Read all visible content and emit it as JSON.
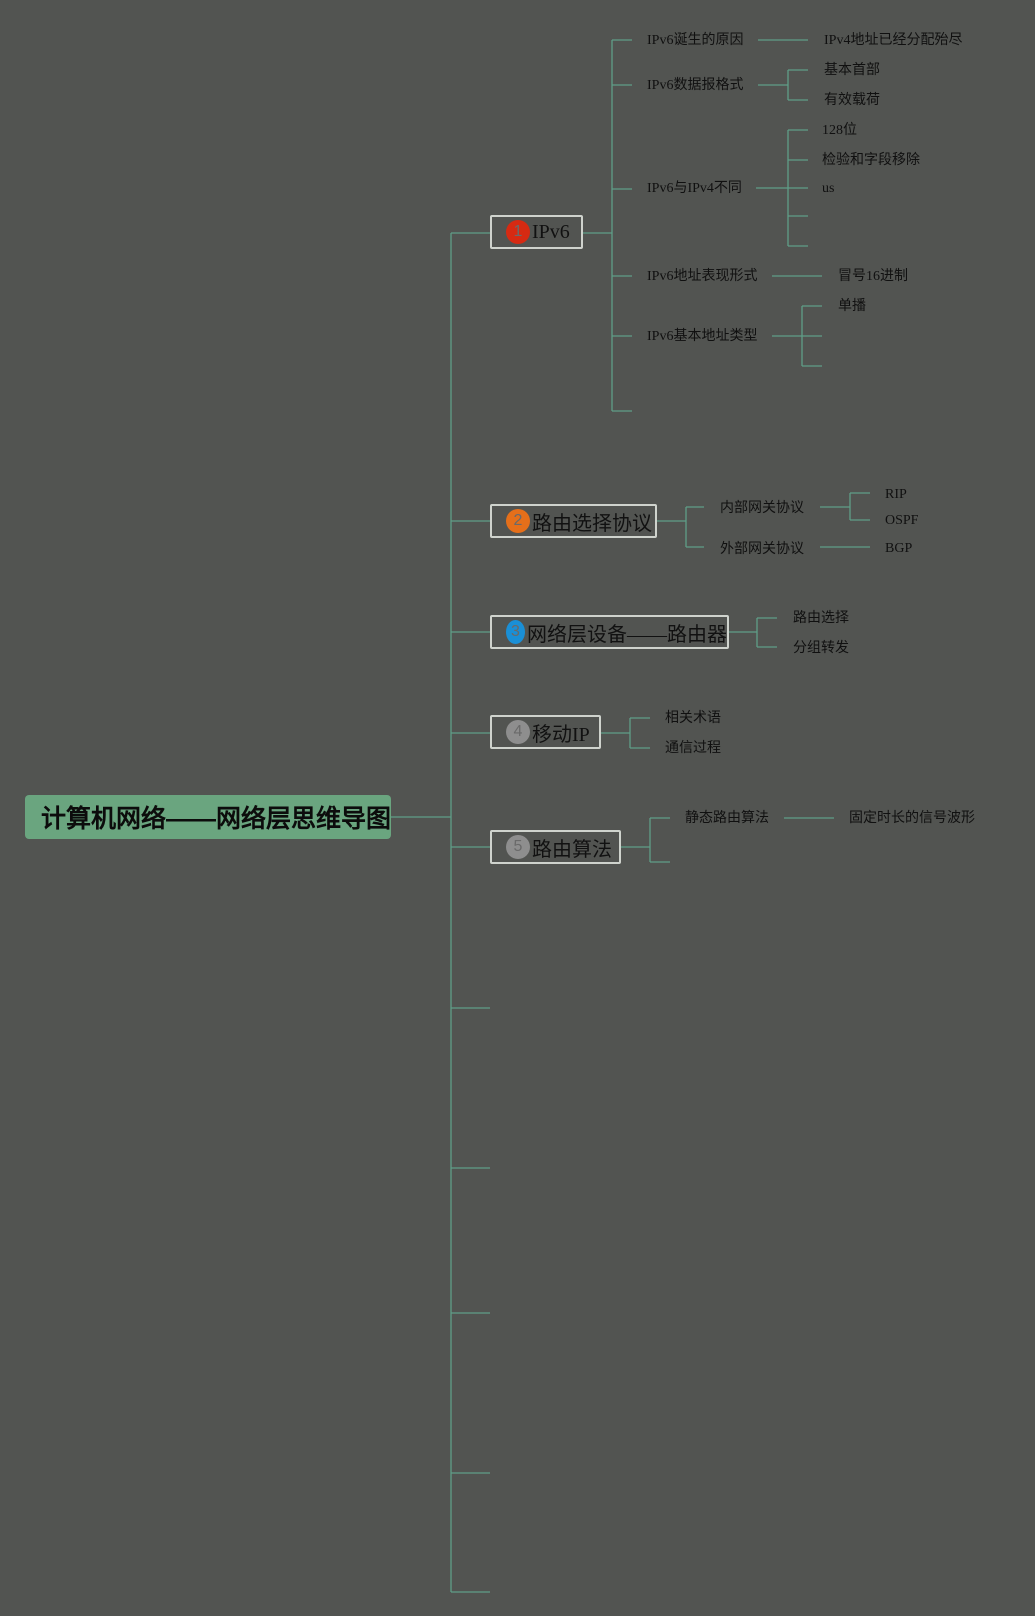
{
  "root": {
    "label": "计算机网络——网络层思维导图"
  },
  "topics": [
    {
      "number": "1",
      "badge_color": "#d62a12",
      "label": "IPv6",
      "children": [
        {
          "label": "IPv6诞生的原因",
          "children": [
            "IPv4地址已经分配殆尽"
          ]
        },
        {
          "label": "IPv6数据报格式",
          "children": [
            "基本首部",
            "有效载荷"
          ]
        },
        {
          "label": "IPv6与IPv4不同",
          "children": [
            "128位",
            "检验和字段移除",
            "us"
          ]
        },
        {
          "label": "IPv6地址表现形式",
          "children": [
            "冒号16进制"
          ]
        },
        {
          "label": "IPv6基本地址类型",
          "children": [
            "单播"
          ]
        }
      ]
    },
    {
      "number": "2",
      "badge_color": "#e56f1a",
      "label": "路由选择协议",
      "children": [
        {
          "label": "内部网关协议",
          "children": [
            "RIP",
            "OSPF"
          ]
        },
        {
          "label": "外部网关协议",
          "children": [
            "BGP"
          ]
        }
      ]
    },
    {
      "number": "3",
      "badge_color": "#1a8fd6",
      "label": "网络层设备——路由器",
      "children": [
        {
          "label": "路由选择",
          "children": []
        },
        {
          "label": "分组转发",
          "children": []
        }
      ]
    },
    {
      "number": "4",
      "badge_color": "#8e8e8e",
      "label": "移动IP",
      "children": [
        {
          "label": "相关术语",
          "children": []
        },
        {
          "label": "通信过程",
          "children": []
        }
      ]
    },
    {
      "number": "5",
      "badge_color": "#8e8e8e",
      "label": "路由算法",
      "children": [
        {
          "label": "静态路由算法",
          "children": [
            "固定时长的信号波形"
          ]
        }
      ]
    }
  ],
  "line_color": "#5f9e88"
}
